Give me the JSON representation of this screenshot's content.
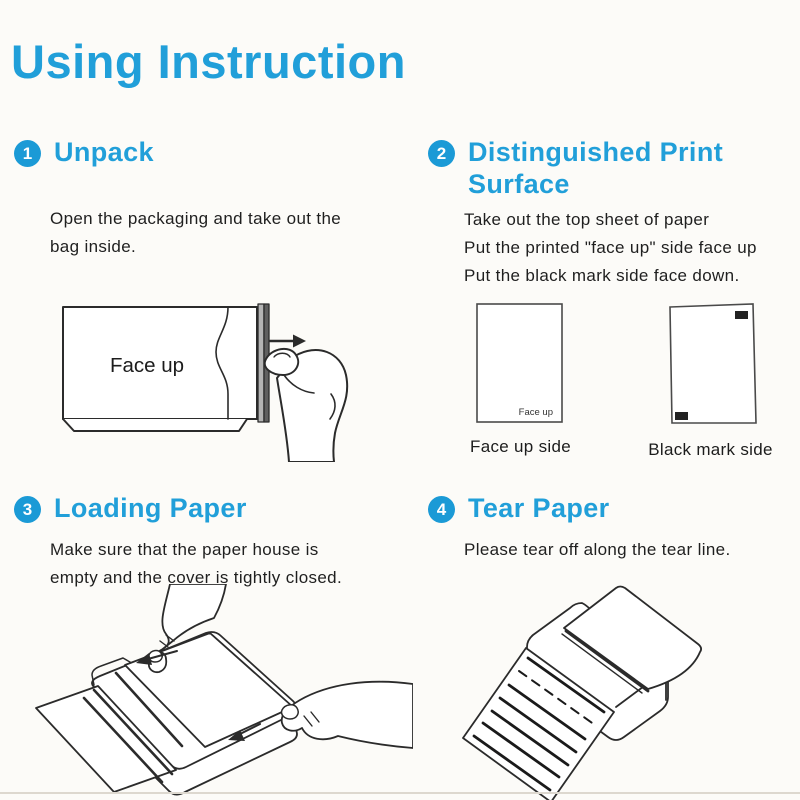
{
  "page": {
    "title": "Using Instruction",
    "accent_color": "#219fd9",
    "text_color": "#1f1f1f",
    "background": "#fcfbf8"
  },
  "sections": [
    {
      "number": "1",
      "heading": "Unpack",
      "body_lines": [
        "Open the packaging and take out the",
        "bag inside."
      ]
    },
    {
      "number": "2",
      "heading": "Distinguished Print Surface",
      "body_lines": [
        "Take out the top sheet of paper",
        "Put the printed \"face up\" side face up",
        "Put the black mark side face down."
      ]
    },
    {
      "number": "3",
      "heading": "Loading Paper",
      "body_lines": [
        "Make sure that the paper house is",
        "empty and the cover is tightly closed."
      ]
    },
    {
      "number": "4",
      "heading": "Tear Paper",
      "body_lines": [
        "Please tear off along the tear line."
      ]
    }
  ],
  "illustrations": {
    "unpack_pack_label": "Face up",
    "sheet_inner_label": "Face up",
    "face_up_caption": "Face up side",
    "black_mark_caption": "Black mark side"
  }
}
